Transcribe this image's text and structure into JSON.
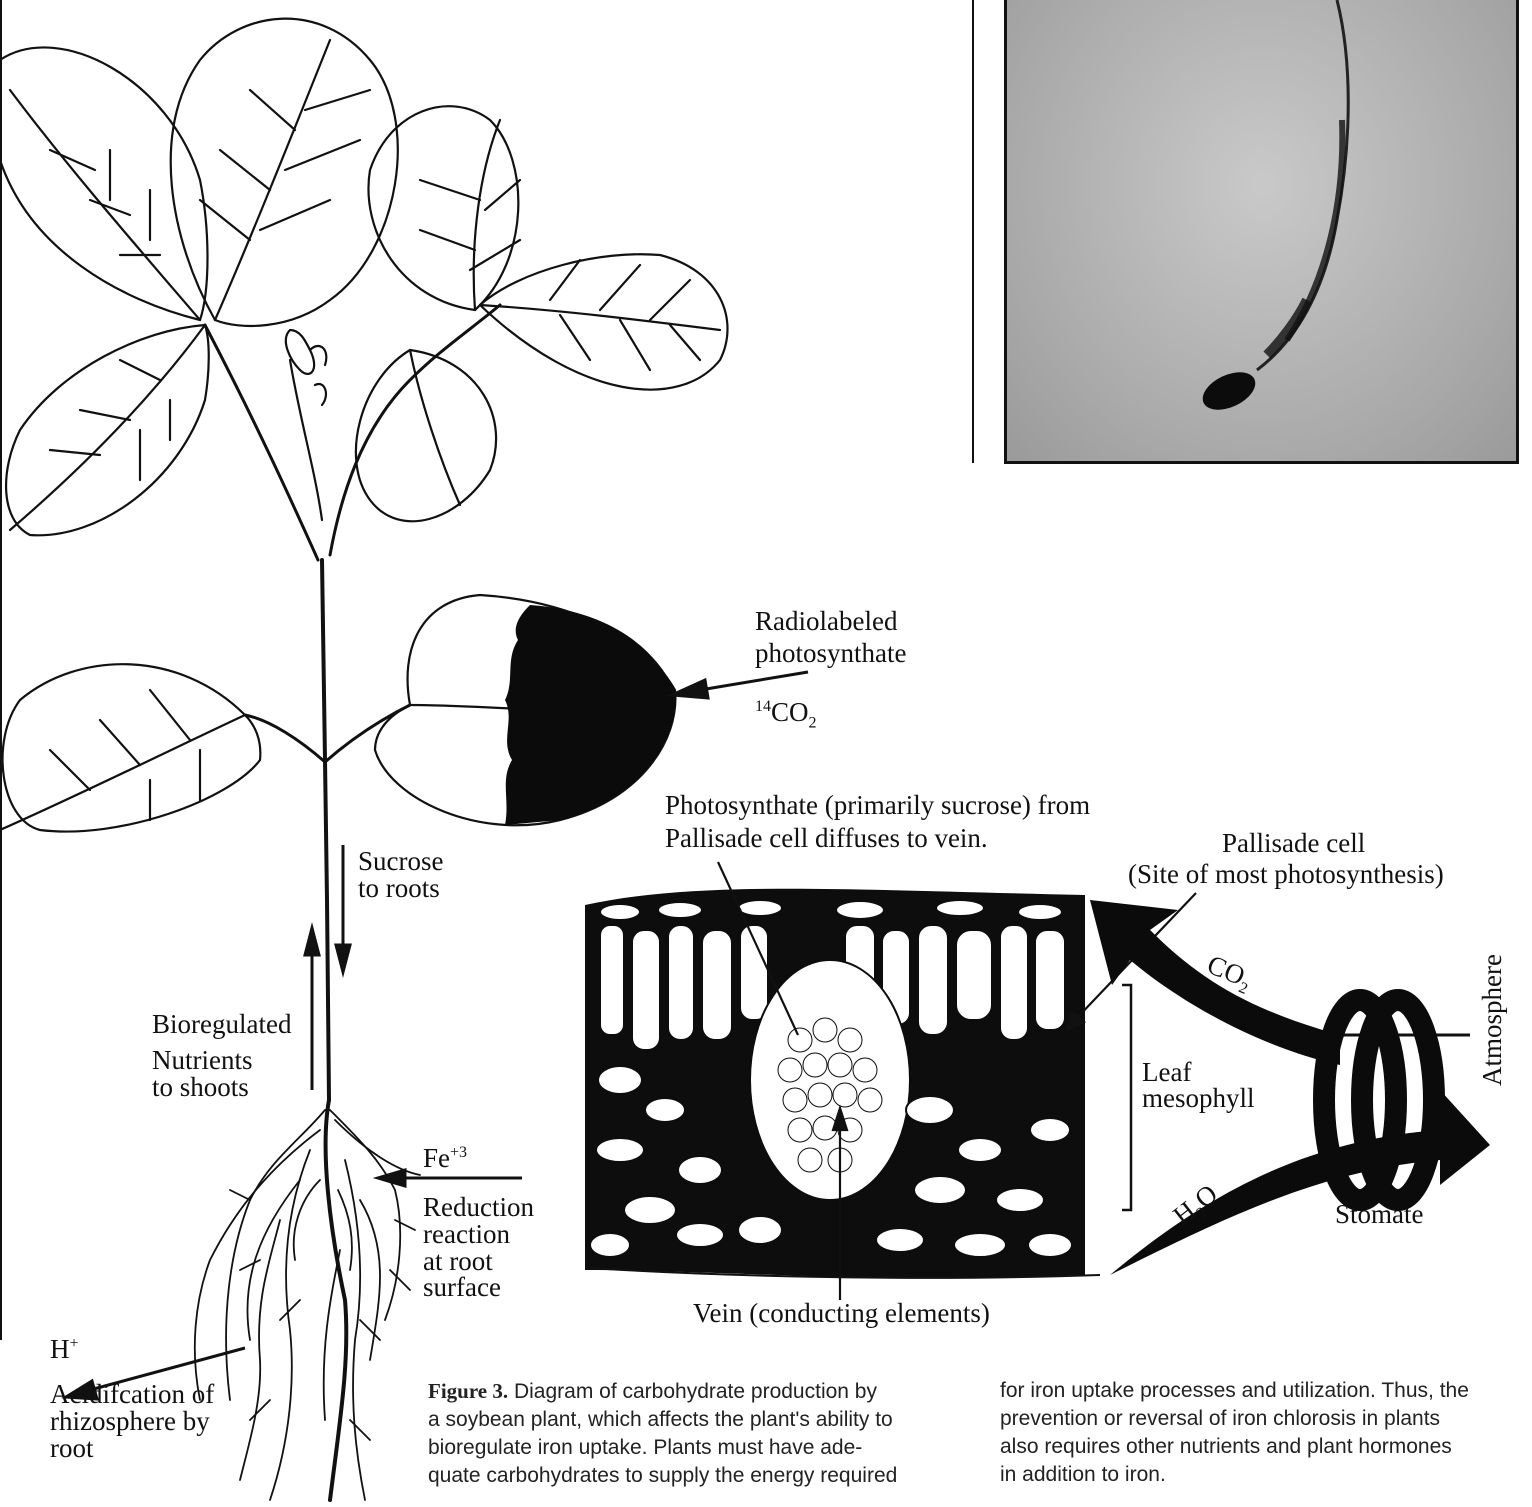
{
  "labels": {
    "radiolabeled": "Radiolabeled",
    "photosynthate": "photosynthate",
    "co2_14_sup": "14",
    "co2_14_main": "CO",
    "co2_14_sub": "2",
    "photosynthate_from_line1": "Photosynthate (primarily sucrose) from",
    "photosynthate_from_line2": "Pallisade cell diffuses to vein.",
    "pallisade_cell": "Pallisade cell",
    "site_of_photosynthesis": "(Site of most photosynthesis)",
    "sucrose": "Sucrose",
    "to_roots": "to roots",
    "bioregulated": "Bioregulated",
    "nutrients": "Nutrients",
    "to_shoots": "to shoots",
    "fe_main": "Fe",
    "fe_sup": "+3",
    "reduction": "Reduction",
    "reaction": "reaction",
    "at_root": "at root",
    "surface": "surface",
    "leaf": "Leaf",
    "mesophyll": "mesophyll",
    "co2_main": "CO",
    "co2_sub": "2",
    "h2o_h": "H",
    "h2o_sub": "2",
    "h2o_o": "O",
    "stomate": "Stomate",
    "atmosphere": "Atmosphere",
    "vein": "Vein (conducting elements)",
    "h_main": "H",
    "h_sup": "+",
    "acidification_1": "Acidifcation of",
    "acidification_2": "rhizosphere by",
    "acidification_3": "root"
  },
  "caption": {
    "figure_label": "Figure 3.",
    "col1_line1": "Diagram of carbohydrate production by",
    "col1_line2": "a soybean plant, which affects the plant's ability to",
    "col1_line3": "bioregulate iron uptake. Plants must have ade-",
    "col1_line4": "quate carbohydrates to supply the energy required",
    "col2_line1": "for iron uptake processes and utilization. Thus, the",
    "col2_line2": "prevention or reversal of iron chlorosis in plants",
    "col2_line3": "also requires other nutrients and plant hormones",
    "col2_line4": "in addition to iron."
  },
  "colors": {
    "ink": "#111111",
    "photo_background": "#a9a9a9"
  }
}
